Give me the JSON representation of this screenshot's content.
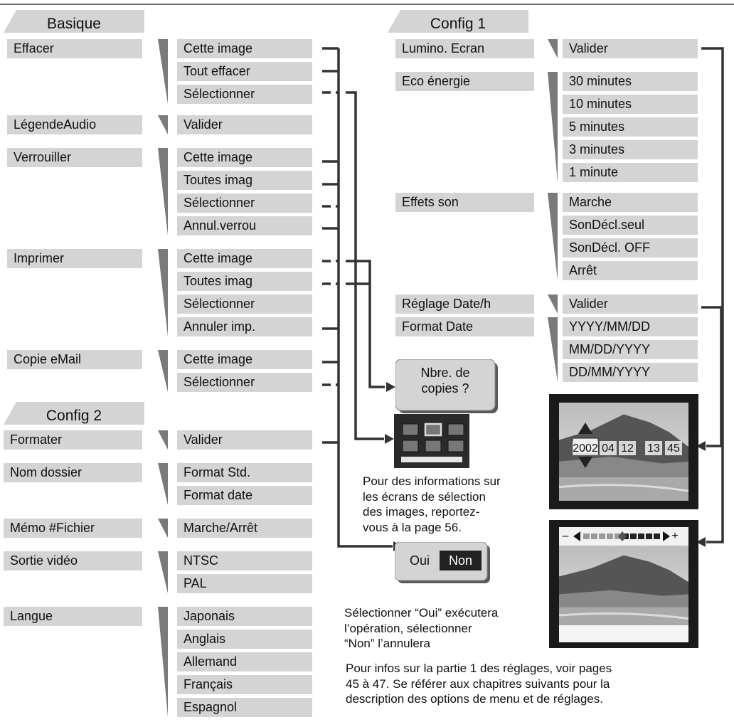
{
  "basique": {
    "title": "Basique",
    "groups": [
      {
        "label": "Effacer",
        "options": [
          "Cette image",
          "Tout effacer",
          "Sélectionner"
        ]
      },
      {
        "label": "LégendeAudio",
        "options": [
          "Valider"
        ]
      },
      {
        "label": "Verrouiller",
        "options": [
          "Cette image",
          "Toutes imag",
          "Sélectionner",
          "Annul.verrou"
        ]
      },
      {
        "label": "Imprimer",
        "options": [
          "Cette image",
          "Toutes imag",
          "Sélectionner",
          "Annuler imp."
        ]
      },
      {
        "label": "Copie eMail",
        "options": [
          "Cette image",
          "Sélectionner"
        ]
      }
    ]
  },
  "config2": {
    "title": "Config 2",
    "groups": [
      {
        "label": "Formater",
        "options": [
          "Valider"
        ]
      },
      {
        "label": "Nom dossier",
        "options": [
          "Format Std.",
          "Format date"
        ]
      },
      {
        "label": "Mémo #Fichier",
        "options": [
          "Marche/Arrêt"
        ]
      },
      {
        "label": "Sortie vidéo",
        "options": [
          "NTSC",
          "PAL"
        ]
      },
      {
        "label": "Langue",
        "options": [
          "Japonais",
          "Anglais",
          "Allemand",
          "Français",
          "Espagnol"
        ]
      }
    ]
  },
  "config1": {
    "title": "Config 1",
    "groups": [
      {
        "label": "Lumino. Ecran",
        "options": [
          "Valider"
        ]
      },
      {
        "label": "Eco énergie",
        "options": [
          "30 minutes",
          "10 minutes",
          "5 minutes",
          "3 minutes",
          "1 minute"
        ]
      },
      {
        "label": "Effets son",
        "options": [
          "Marche",
          "SonDécl.seul",
          "SonDécl. OFF",
          "Arrêt"
        ]
      },
      {
        "label": "Réglage Date/h",
        "options": [
          "Valider"
        ]
      },
      {
        "label": "Format Date",
        "options": [
          "YYYY/MM/DD",
          "MM/DD/YYYY",
          "DD/MM/YYYY"
        ]
      }
    ]
  },
  "copies_box": {
    "line1": "Nbre. de",
    "line2": "copies ?"
  },
  "confirm_box": {
    "yes": "Oui",
    "no": "Non"
  },
  "date_screen": {
    "year": "2002",
    "month": "04",
    "day": "12",
    "hour": "13",
    "minute": "45"
  },
  "brightness_screen": {
    "minus": "–",
    "plus": "+"
  },
  "notes": {
    "selection_info": [
      "Pour des informations sur",
      "les écrans de sélection",
      "des images, reportez-",
      "vous à la page 56."
    ],
    "confirm_info": [
      "Sélectionner “Oui” exécutera",
      "l’opération, sélectionner",
      "“Non” l’annulera"
    ],
    "config1_info": [
      "Pour infos sur la partie 1 des réglages, voir pages",
      "45 à 47. Se référer aux chapitres suivants pour la",
      "description des options de menu et de réglages."
    ]
  },
  "colors": {
    "label_bg": "#d4d4d4",
    "wedge": "#7a7a7a",
    "line": "#333333",
    "screen_frame": "#1a1a1a",
    "non_bg": "#222222"
  }
}
